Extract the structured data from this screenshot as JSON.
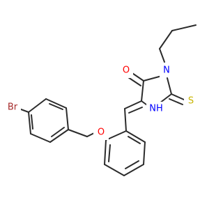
{
  "structure": {
    "atom_labels": {
      "bromine": "Br",
      "ether_oxygen": "O",
      "carbonyl_oxygen": "O",
      "thione_sulfur": "S",
      "ring_nitrogen_propyl": "N",
      "ring_nitrogen_h": "NH"
    },
    "colors": {
      "bond": "#2b2b2b",
      "bromine": "#a52a2a",
      "oxygen": "#ff0000",
      "sulfur": "#c8b400",
      "nitrogen": "#0000ff"
    }
  }
}
